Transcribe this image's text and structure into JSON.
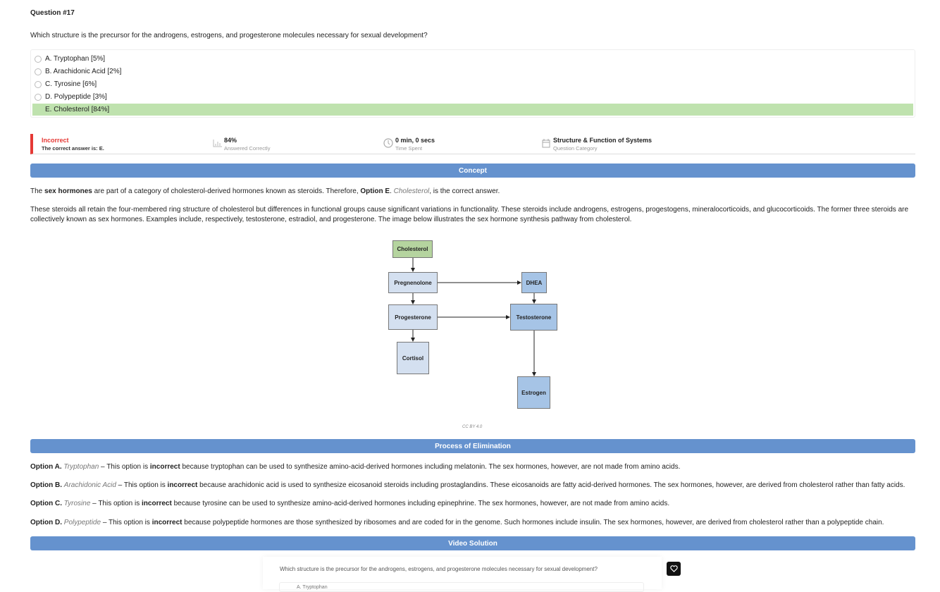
{
  "question": {
    "number": "Question #17",
    "text": "Which structure is the precursor for the androgens, estrogens, and progesterone molecules necessary for sexual development?",
    "options": [
      {
        "label": "A. Tryptophan [5%]"
      },
      {
        "label": "B. Arachidonic Acid [2%]"
      },
      {
        "label": "C. Tyrosine [6%]"
      },
      {
        "label": "D. Polypeptide [3%]"
      },
      {
        "label": "E. Cholesterol [84%]",
        "correct": true
      }
    ]
  },
  "stats": {
    "result": "Incorrect",
    "correct_answer": "The correct answer is: E.",
    "percent": "84%",
    "percent_label": "Answered Correctly",
    "time": "0 min, 0 secs",
    "time_label": "Time Spent",
    "category": "Structure & Function of Systems",
    "category_label": "Question Category",
    "colors": {
      "incorrect": "#e53935",
      "bar": "#6592ce",
      "correct": "#bfe2ae"
    }
  },
  "concept": {
    "title": "Concept",
    "p1": {
      "a": "The ",
      "b": "sex hormones",
      "c": " are part of a category of cholesterol-derived hormones known as steroids. Therefore, ",
      "d": "Option E",
      "e": ". ",
      "f": "Cholesterol",
      "g": ", is the correct answer."
    },
    "p2": "These steroids all retain the four-membered ring structure of cholesterol but differences in functional groups cause significant variations in functionality. These steroids include androgens, estrogens, progestogens, mineralocorticoids, and glucocorticoids. The former three steroids are collectively known as sex hormones. Examples include, respectively, testosterone, estradiol, and progesterone. The image below illustrates the sex hormone synthesis pathway from cholesterol.",
    "diagram": {
      "nodes": [
        "Cholesterol",
        "Pregnenolone",
        "DHEA",
        "Progesterone",
        "Testosterone",
        "Cortisol",
        "Estrogen"
      ],
      "caption": "CC BY 4.0"
    }
  },
  "elimination": {
    "title": "Process of Elimination",
    "items": [
      {
        "opt": "Option A.",
        "name": "Tryptophan",
        "dash": " – This option is ",
        "bold": "incorrect",
        "rest": " because tryptophan can be used to synthesize amino-acid-derived hormones including melatonin. The sex hormones, however, are not made from amino acids."
      },
      {
        "opt": "Option B.",
        "name": "Arachidonic Acid",
        "dash": " – This option is ",
        "bold": "incorrect",
        "rest": " because arachidonic acid is used to synthesize eicosanoid steroids including prostaglandins. These eicosanoids are fatty acid-derived hormones. The sex hormones, however, are derived from cholesterol rather than fatty acids."
      },
      {
        "opt": "Option C.",
        "name": "Tyrosine",
        "dash": " – This option is ",
        "bold": "incorrect",
        "rest": " because tyrosine can be used to synthesize amino-acid-derived hormones including epinephrine. The sex hormones, however, are not made from amino acids."
      },
      {
        "opt": "Option D.",
        "name": "Polypeptide",
        "dash": " – This option is ",
        "bold": "incorrect",
        "rest": " because polypeptide hormones are those synthesized by ribosomes and are coded for in the genome. Such hormones include insulin. The sex hormones, however, are derived from cholesterol rather than a polypeptide chain."
      }
    ]
  },
  "video": {
    "title": "Video Solution",
    "question": "Which structure is the precursor for the androgens, estrogens, and progesterone molecules necessary for sexual development?",
    "option_a": "A. Tryptophan"
  }
}
